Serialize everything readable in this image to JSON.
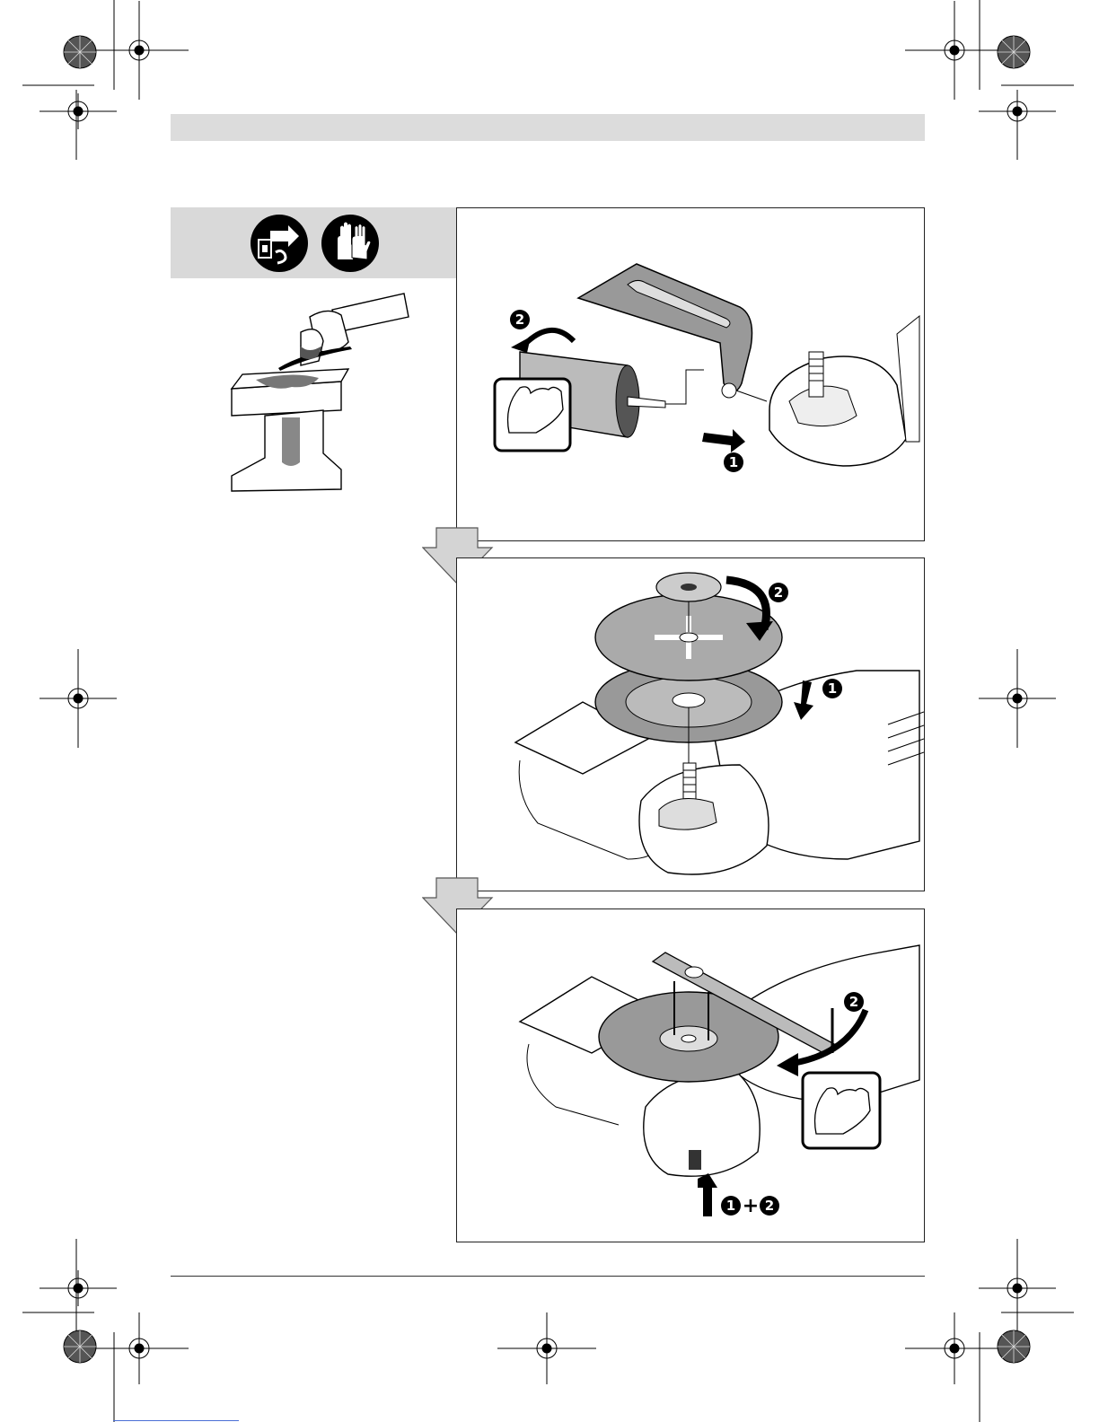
{
  "steps": {
    "panel1": {
      "marker_1": "1",
      "marker_2": "2"
    },
    "panel2": {
      "marker_1": "1",
      "marker_2": "2"
    },
    "panel3": {
      "marker_a": "1",
      "plus": "+",
      "marker_b": "2",
      "marker_2": "2"
    }
  },
  "safety_icons": [
    "unplug-icon",
    "gloves-icon"
  ],
  "colors": {
    "header_gray": "#dcdcdc",
    "panel_gray": "#d9d9d9",
    "arrow_gray": "#d4d4d4",
    "ink": "#000000"
  }
}
